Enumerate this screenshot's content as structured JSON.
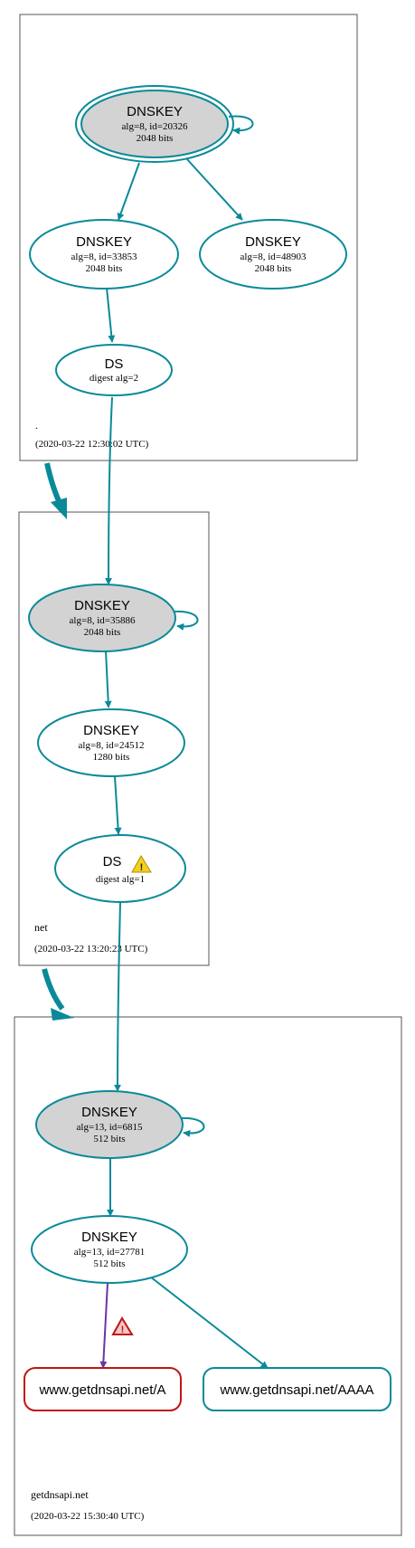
{
  "zones": {
    "root": {
      "name": ".",
      "timestamp": "(2020-03-22 12:30:02 UTC)"
    },
    "net": {
      "name": "net",
      "timestamp": "(2020-03-22 13:20:23 UTC)"
    },
    "getdnsapi": {
      "name": "getdnsapi.net",
      "timestamp": "(2020-03-22 15:30:40 UTC)"
    }
  },
  "nodes": {
    "root_ksk": {
      "title": "DNSKEY",
      "line1": "alg=8, id=20326",
      "line2": "2048 bits"
    },
    "root_zsk1": {
      "title": "DNSKEY",
      "line1": "alg=8, id=33853",
      "line2": "2048 bits"
    },
    "root_zsk2": {
      "title": "DNSKEY",
      "line1": "alg=8, id=48903",
      "line2": "2048 bits"
    },
    "root_ds": {
      "title": "DS",
      "line1": "digest alg=2"
    },
    "net_ksk": {
      "title": "DNSKEY",
      "line1": "alg=8, id=35886",
      "line2": "2048 bits"
    },
    "net_zsk": {
      "title": "DNSKEY",
      "line1": "alg=8, id=24512",
      "line2": "1280 bits"
    },
    "net_ds": {
      "title": "DS",
      "line1": "digest alg=1"
    },
    "gd_ksk": {
      "title": "DNSKEY",
      "line1": "alg=13, id=6815",
      "line2": "512 bits"
    },
    "gd_zsk": {
      "title": "DNSKEY",
      "line1": "alg=13, id=27781",
      "line2": "512 bits"
    },
    "rr_a": {
      "label": "www.getdnsapi.net/A"
    },
    "rr_aaaa": {
      "label": "www.getdnsapi.net/AAAA"
    }
  },
  "colors": {
    "edge": "#0a8a99",
    "ksk_fill": "#d3d3d3",
    "error_rr": "#c01515",
    "error_edge": "#6a35a8",
    "warning_icon": "#f5d020"
  },
  "icons": {
    "net_ds_warning": "warning-triangle-icon",
    "rr_a_error": "error-triangle-icon"
  }
}
